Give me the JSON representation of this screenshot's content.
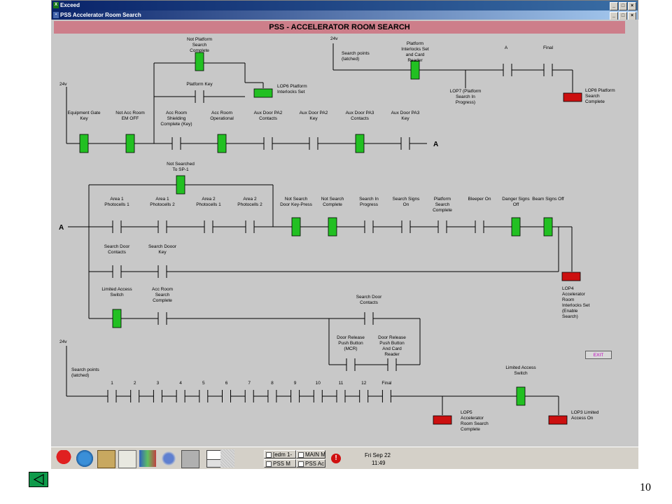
{
  "window": {
    "outer_title": "Exceed",
    "inner_title": "PSS Accelerator Room Search",
    "header": "PSS - ACCELERATOR ROOM SEARCH"
  },
  "colors": {
    "contact_on": "#22c022",
    "lamp_on": "#cc1010",
    "header_bg": "#cd7e8a",
    "canvas": "#c8c8c8"
  },
  "diagram": {
    "voltage": "24v",
    "junction": "A",
    "rung1": {
      "not_platform": "Not Platform Search Complete",
      "platform_key": "Platform Key",
      "lop6": "LOP6 Platform Interlocks Set",
      "contacts": [
        {
          "label": "Equipment Gate Key"
        },
        {
          "label": "Not Acc Room EM OFF"
        },
        {
          "label": "Acc Room Shielding Complete (Key)"
        },
        {
          "label": "Acc Room Operational"
        },
        {
          "label": "Aux Door PA2 Contacts"
        },
        {
          "label": "Aux Door PA2 Key"
        },
        {
          "label": "Aux Door PA3 Contacts"
        },
        {
          "label": "Aux Door PA3 Key"
        }
      ]
    },
    "rung_top_right": {
      "search_points": "Search points (latched)",
      "platform_interlocks": "Platform Interlocks Set and Card Reader",
      "a": "A",
      "final": "Final",
      "lop7": "LOP7 (Platform Search In Progress)",
      "lop8": "LOP8 Platform Search Complete"
    },
    "rung2": {
      "not_searched": "Not Searched To SP-1",
      "contacts": [
        {
          "label": "Area 1 Photocells 1"
        },
        {
          "label": "Area 1 Photocells 2"
        },
        {
          "label": "Area 2 Photocells 1"
        },
        {
          "label": "Area 2 Photocells 2"
        },
        {
          "label": "Not Search Door Key-Press"
        },
        {
          "label": "Not Search Complete"
        },
        {
          "label": "Search In Progress"
        },
        {
          "label": "Search Signs On"
        },
        {
          "label": "Platform Search Complete"
        },
        {
          "label": "Bleeper On"
        },
        {
          "label": "Danger Signs Off"
        },
        {
          "label": "Beam Signs Off"
        }
      ],
      "search_door_contacts": "Search Door Contacts",
      "search_door_key": "Search Dooor Key",
      "limited_access": "Limited Access Switch",
      "acc_room_search": "Acc Room Search Complete",
      "search_door_contacts2": "Search Door Contacts",
      "door_release_mcr": "Door Release Push Button (MCR)",
      "door_release_card": "Door Release Push Button And Card Reader",
      "lop4": "LOP4 Accelerator Room Interlocks Set (Enable Search)"
    },
    "rung3": {
      "search_points": "Search points (latched)",
      "points": [
        "1",
        "2",
        "3",
        "4",
        "5",
        "6",
        "7",
        "8",
        "9",
        "10",
        "11",
        "12",
        "Final"
      ],
      "limited_access": "Limited Access Switch",
      "lop5": "LOP5 Accelerator Room Search Complete",
      "lop3": "LOP3 Limited Access On"
    }
  },
  "exit_label": "EXIT",
  "taskbar": {
    "buttons": [
      "[edm 1-",
      "MAIN M",
      "PSS M",
      "PSS Ac"
    ],
    "date": "Fri Sep 22",
    "time": "11:49"
  },
  "slide": {
    "page_number": "10"
  }
}
